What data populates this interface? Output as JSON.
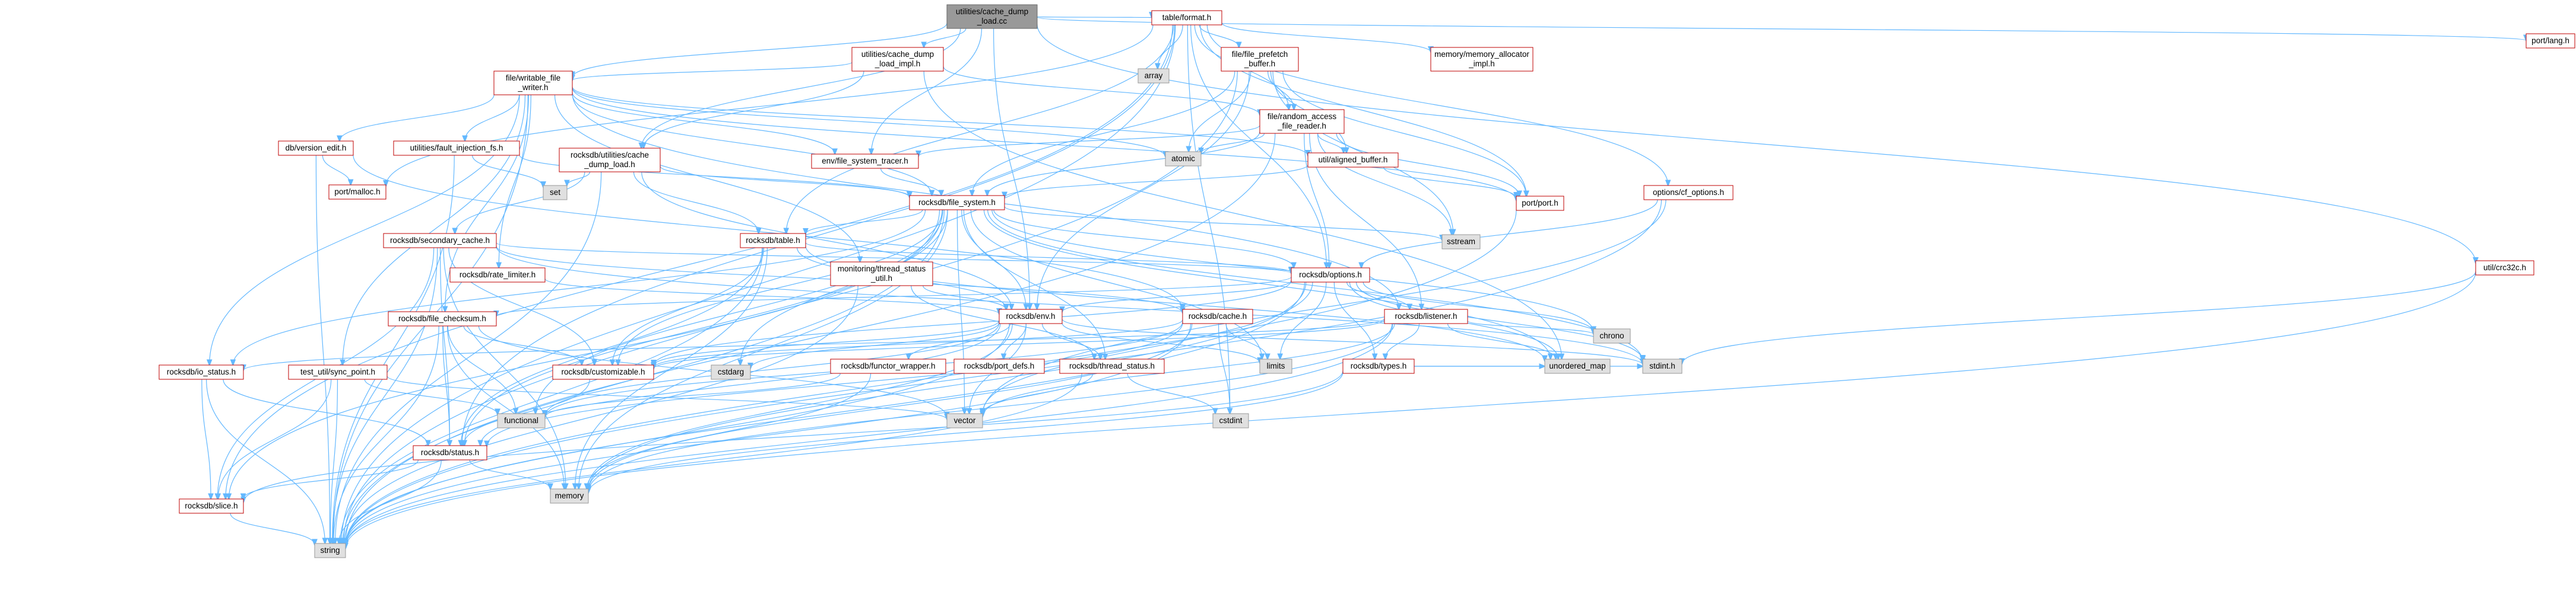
{
  "graph": {
    "nodes": [
      {
        "id": "root",
        "kind": "root",
        "lines": [
          "utilities/cache_dump",
          "_load.cc"
        ]
      },
      {
        "id": "table_format",
        "kind": "local",
        "lines": [
          "table/format.h"
        ]
      },
      {
        "id": "port_lang",
        "kind": "local",
        "lines": [
          "port/lang.h"
        ]
      },
      {
        "id": "util_crc32c",
        "kind": "local",
        "lines": [
          "util/crc32c.h"
        ]
      },
      {
        "id": "cache_dump_load_impl",
        "kind": "local",
        "lines": [
          "utilities/cache_dump",
          "_load_impl.h"
        ]
      },
      {
        "id": "file_prefetch_buffer",
        "kind": "local",
        "lines": [
          "file/file_prefetch",
          "_buffer.h"
        ]
      },
      {
        "id": "memory_allocator_impl",
        "kind": "local",
        "lines": [
          "memory/memory_allocator",
          "_impl.h"
        ]
      },
      {
        "id": "array",
        "kind": "sys",
        "lines": [
          "array"
        ]
      },
      {
        "id": "writable_file_writer",
        "kind": "local",
        "lines": [
          "file/writable_file",
          "_writer.h"
        ]
      },
      {
        "id": "random_access_file_reader",
        "kind": "local",
        "lines": [
          "file/random_access",
          "_file_reader.h"
        ]
      },
      {
        "id": "db_version_edit",
        "kind": "local",
        "lines": [
          "db/version_edit.h"
        ]
      },
      {
        "id": "fault_injection_fs",
        "kind": "local",
        "lines": [
          "utilities/fault_injection_fs.h"
        ]
      },
      {
        "id": "rocksdb_cache_dump_load",
        "kind": "local",
        "lines": [
          "rocksdb/utilities/cache",
          "_dump_load.h"
        ]
      },
      {
        "id": "env_file_system_tracer",
        "kind": "local",
        "lines": [
          "env/file_system_tracer.h"
        ]
      },
      {
        "id": "atomic",
        "kind": "sys",
        "lines": [
          "atomic"
        ]
      },
      {
        "id": "util_aligned_buffer",
        "kind": "local",
        "lines": [
          "util/aligned_buffer.h"
        ]
      },
      {
        "id": "options_cf_options",
        "kind": "local",
        "lines": [
          "options/cf_options.h"
        ]
      },
      {
        "id": "port_malloc",
        "kind": "local",
        "lines": [
          "port/malloc.h"
        ]
      },
      {
        "id": "set",
        "kind": "sys",
        "lines": [
          "set"
        ]
      },
      {
        "id": "rocksdb_file_system",
        "kind": "local",
        "lines": [
          "rocksdb/file_system.h"
        ]
      },
      {
        "id": "port_port",
        "kind": "local",
        "lines": [
          "port/port.h"
        ]
      },
      {
        "id": "rocksdb_secondary_cache",
        "kind": "local",
        "lines": [
          "rocksdb/secondary_cache.h"
        ]
      },
      {
        "id": "rocksdb_table",
        "kind": "local",
        "lines": [
          "rocksdb/table.h"
        ]
      },
      {
        "id": "sstream",
        "kind": "sys",
        "lines": [
          "sstream"
        ]
      },
      {
        "id": "rocksdb_rate_limiter",
        "kind": "local",
        "lines": [
          "rocksdb/rate_limiter.h"
        ]
      },
      {
        "id": "monitoring_thread_status_util",
        "kind": "local",
        "lines": [
          "monitoring/thread_status",
          "_util.h"
        ]
      },
      {
        "id": "rocksdb_options",
        "kind": "local",
        "lines": [
          "rocksdb/options.h"
        ]
      },
      {
        "id": "rocksdb_file_checksum",
        "kind": "local",
        "lines": [
          "rocksdb/file_checksum.h"
        ]
      },
      {
        "id": "rocksdb_env",
        "kind": "local",
        "lines": [
          "rocksdb/env.h"
        ]
      },
      {
        "id": "rocksdb_cache",
        "kind": "local",
        "lines": [
          "rocksdb/cache.h"
        ]
      },
      {
        "id": "rocksdb_listener",
        "kind": "local",
        "lines": [
          "rocksdb/listener.h"
        ]
      },
      {
        "id": "chrono",
        "kind": "sys",
        "lines": [
          "chrono"
        ]
      },
      {
        "id": "test_util_sync_point",
        "kind": "local",
        "lines": [
          "test_util/sync_point.h"
        ]
      },
      {
        "id": "rocksdb_io_status",
        "kind": "local",
        "lines": [
          "rocksdb/io_status.h"
        ]
      },
      {
        "id": "rocksdb_customizable",
        "kind": "local",
        "lines": [
          "rocksdb/customizable.h"
        ]
      },
      {
        "id": "cstdarg",
        "kind": "sys",
        "lines": [
          "cstdarg"
        ]
      },
      {
        "id": "rocksdb_functor_wrapper",
        "kind": "local",
        "lines": [
          "rocksdb/functor_wrapper.h"
        ]
      },
      {
        "id": "rocksdb_port_defs",
        "kind": "local",
        "lines": [
          "rocksdb/port_defs.h"
        ]
      },
      {
        "id": "rocksdb_thread_status",
        "kind": "local",
        "lines": [
          "rocksdb/thread_status.h"
        ]
      },
      {
        "id": "limits",
        "kind": "sys",
        "lines": [
          "limits"
        ]
      },
      {
        "id": "rocksdb_types",
        "kind": "local",
        "lines": [
          "rocksdb/types.h"
        ]
      },
      {
        "id": "unordered_map",
        "kind": "sys",
        "lines": [
          "unordered_map"
        ]
      },
      {
        "id": "stdint_h",
        "kind": "sys",
        "lines": [
          "stdint.h"
        ]
      },
      {
        "id": "functional",
        "kind": "sys",
        "lines": [
          "functional"
        ]
      },
      {
        "id": "vector",
        "kind": "sys",
        "lines": [
          "vector"
        ]
      },
      {
        "id": "cstdint",
        "kind": "sys",
        "lines": [
          "cstdint"
        ]
      },
      {
        "id": "rocksdb_status",
        "kind": "local",
        "lines": [
          "rocksdb/status.h"
        ]
      },
      {
        "id": "memory",
        "kind": "sys",
        "lines": [
          "memory"
        ]
      },
      {
        "id": "rocksdb_slice",
        "kind": "local",
        "lines": [
          "rocksdb/slice.h"
        ]
      },
      {
        "id": "string",
        "kind": "sys",
        "lines": [
          "string"
        ]
      }
    ],
    "edges": [
      [
        "root",
        "table_format"
      ],
      [
        "root",
        "port_lang"
      ],
      [
        "root",
        "util_crc32c"
      ],
      [
        "root",
        "cache_dump_load_impl"
      ],
      [
        "root",
        "writable_file_writer"
      ],
      [
        "root",
        "rocksdb_cache_dump_load"
      ],
      [
        "root",
        "env_file_system_tracer"
      ],
      [
        "root",
        "rocksdb_env"
      ],
      [
        "table_format",
        "file_prefetch_buffer"
      ],
      [
        "table_format",
        "memory_allocator_impl"
      ],
      [
        "table_format",
        "array"
      ],
      [
        "table_format",
        "options_cf_options"
      ],
      [
        "table_format",
        "random_access_file_reader"
      ],
      [
        "table_format",
        "port_malloc"
      ],
      [
        "table_format",
        "port_port"
      ],
      [
        "table_format",
        "rocksdb_table"
      ],
      [
        "table_format",
        "rocksdb_options"
      ],
      [
        "table_format",
        "rocksdb_slice"
      ],
      [
        "table_format",
        "rocksdb_status"
      ],
      [
        "table_format",
        "cstdint"
      ],
      [
        "table_format",
        "string"
      ],
      [
        "util_crc32c",
        "stdint_h"
      ],
      [
        "util_crc32c",
        "string"
      ],
      [
        "cache_dump_load_impl",
        "writable_file_writer"
      ],
      [
        "cache_dump_load_impl",
        "random_access_file_reader"
      ],
      [
        "cache_dump_load_impl",
        "rocksdb_cache_dump_load"
      ],
      [
        "cache_dump_load_impl",
        "unordered_map"
      ],
      [
        "file_prefetch_buffer",
        "random_access_file_reader"
      ],
      [
        "file_prefetch_buffer",
        "util_aligned_buffer"
      ],
      [
        "file_prefetch_buffer",
        "rocksdb_file_system"
      ],
      [
        "file_prefetch_buffer",
        "port_port"
      ],
      [
        "file_prefetch_buffer",
        "rocksdb_env"
      ],
      [
        "file_prefetch_buffer",
        "atomic"
      ],
      [
        "file_prefetch_buffer",
        "sstream"
      ],
      [
        "file_prefetch_buffer",
        "string"
      ],
      [
        "writable_file_writer",
        "db_version_edit"
      ],
      [
        "writable_file_writer",
        "fault_injection_fs"
      ],
      [
        "writable_file_writer",
        "env_file_system_tracer"
      ],
      [
        "writable_file_writer",
        "atomic"
      ],
      [
        "writable_file_writer",
        "util_aligned_buffer"
      ],
      [
        "writable_file_writer",
        "port_port"
      ],
      [
        "writable_file_writer",
        "rocksdb_file_system"
      ],
      [
        "writable_file_writer",
        "rocksdb_rate_limiter"
      ],
      [
        "writable_file_writer",
        "monitoring_thread_status_util"
      ],
      [
        "writable_file_writer",
        "rocksdb_file_checksum"
      ],
      [
        "writable_file_writer",
        "rocksdb_io_status"
      ],
      [
        "writable_file_writer",
        "test_util_sync_point"
      ],
      [
        "writable_file_writer",
        "rocksdb_listener"
      ],
      [
        "writable_file_writer",
        "string"
      ],
      [
        "random_access_file_reader",
        "atomic"
      ],
      [
        "random_access_file_reader",
        "sstream"
      ],
      [
        "random_access_file_reader",
        "env_file_system_tracer"
      ],
      [
        "random_access_file_reader",
        "util_aligned_buffer"
      ],
      [
        "random_access_file_reader",
        "rocksdb_file_system"
      ],
      [
        "random_access_file_reader",
        "rocksdb_listener"
      ],
      [
        "random_access_file_reader",
        "rocksdb_options"
      ],
      [
        "random_access_file_reader",
        "port_port"
      ],
      [
        "random_access_file_reader",
        "string"
      ],
      [
        "db_version_edit",
        "port_malloc"
      ],
      [
        "db_version_edit",
        "rocksdb_cache"
      ],
      [
        "db_version_edit",
        "string"
      ],
      [
        "fault_injection_fs",
        "set"
      ],
      [
        "fault_injection_fs",
        "rocksdb_file_system"
      ],
      [
        "fault_injection_fs",
        "string"
      ],
      [
        "rocksdb_cache_dump_load",
        "set"
      ],
      [
        "rocksdb_cache_dump_load",
        "rocksdb_file_system"
      ],
      [
        "rocksdb_cache_dump_load",
        "rocksdb_secondary_cache"
      ],
      [
        "rocksdb_cache_dump_load",
        "rocksdb_table"
      ],
      [
        "rocksdb_cache_dump_load",
        "rocksdb_env"
      ],
      [
        "rocksdb_cache_dump_load",
        "string"
      ],
      [
        "env_file_system_tracer",
        "rocksdb_file_system"
      ],
      [
        "util_aligned_buffer",
        "port_port"
      ],
      [
        "util_aligned_buffer",
        "rocksdb_file_system"
      ],
      [
        "options_cf_options",
        "rocksdb_options"
      ],
      [
        "options_cf_options",
        "vector"
      ],
      [
        "options_cf_options",
        "string"
      ],
      [
        "rocksdb_file_system",
        "rocksdb_table"
      ],
      [
        "rocksdb_file_system",
        "rocksdb_options"
      ],
      [
        "rocksdb_file_system",
        "rocksdb_env"
      ],
      [
        "rocksdb_file_system",
        "rocksdb_customizable"
      ],
      [
        "rocksdb_file_system",
        "rocksdb_io_status"
      ],
      [
        "rocksdb_file_system",
        "rocksdb_thread_status"
      ],
      [
        "rocksdb_file_system",
        "rocksdb_status"
      ],
      [
        "rocksdb_file_system",
        "rocksdb_slice"
      ],
      [
        "rocksdb_file_system",
        "cstdarg"
      ],
      [
        "rocksdb_file_system",
        "chrono"
      ],
      [
        "rocksdb_file_system",
        "functional"
      ],
      [
        "rocksdb_file_system",
        "limits"
      ],
      [
        "rocksdb_file_system",
        "memory"
      ],
      [
        "rocksdb_file_system",
        "sstream"
      ],
      [
        "rocksdb_file_system",
        "stdint_h"
      ],
      [
        "rocksdb_file_system",
        "string"
      ],
      [
        "rocksdb_file_system",
        "unordered_map"
      ],
      [
        "rocksdb_file_system",
        "vector"
      ],
      [
        "port_port",
        "string"
      ],
      [
        "rocksdb_secondary_cache",
        "rocksdb_cache"
      ],
      [
        "rocksdb_secondary_cache",
        "rocksdb_customizable"
      ],
      [
        "rocksdb_secondary_cache",
        "rocksdb_slice"
      ],
      [
        "rocksdb_secondary_cache",
        "rocksdb_statistics"
      ],
      [
        "rocksdb_secondary_cache",
        "rocksdb_status"
      ],
      [
        "rocksdb_secondary_cache",
        "memory"
      ],
      [
        "rocksdb_secondary_cache",
        "string"
      ],
      [
        "rocksdb_secondary_cache",
        "stdint_h"
      ],
      [
        "rocksdb_secondary_cache",
        "rocksdb_options"
      ],
      [
        "rocksdb_table",
        "rocksdb_options"
      ],
      [
        "rocksdb_table",
        "rocksdb_env"
      ],
      [
        "rocksdb_table",
        "rocksdb_customizable"
      ],
      [
        "rocksdb_table",
        "rocksdb_status"
      ],
      [
        "rocksdb_table",
        "memory"
      ],
      [
        "rocksdb_table",
        "string"
      ],
      [
        "rocksdb_table",
        "unordered_map"
      ],
      [
        "rocksdb_rate_limiter",
        "rocksdb_env"
      ],
      [
        "monitoring_thread_status_util",
        "rocksdb_env"
      ],
      [
        "monitoring_thread_status_util",
        "rocksdb_thread_status"
      ],
      [
        "monitoring_thread_status_util",
        "string"
      ],
      [
        "rocksdb_options",
        "rocksdb_env"
      ],
      [
        "rocksdb_options",
        "rocksdb_listener"
      ],
      [
        "rocksdb_options",
        "rocksdb_types"
      ],
      [
        "rocksdb_options",
        "rocksdb_customizable"
      ],
      [
        "rocksdb_options",
        "rocksdb_file_checksum"
      ],
      [
        "rocksdb_options",
        "limits"
      ],
      [
        "rocksdb_options",
        "memory"
      ],
      [
        "rocksdb_options",
        "string"
      ],
      [
        "rocksdb_options",
        "unordered_map"
      ],
      [
        "rocksdb_options",
        "vector"
      ],
      [
        "rocksdb_options",
        "stdint_h"
      ],
      [
        "rocksdb_options",
        "chrono"
      ],
      [
        "rocksdb_file_checksum",
        "rocksdb_customizable"
      ],
      [
        "rocksdb_file_checksum",
        "rocksdb_status"
      ],
      [
        "rocksdb_file_checksum",
        "functional"
      ],
      [
        "rocksdb_file_checksum",
        "memory"
      ],
      [
        "rocksdb_file_checksum",
        "string"
      ],
      [
        "rocksdb_file_checksum",
        "vector"
      ],
      [
        "rocksdb_env",
        "rocksdb_customizable"
      ],
      [
        "rocksdb_env",
        "rocksdb_functor_wrapper"
      ],
      [
        "rocksdb_env",
        "rocksdb_port_defs"
      ],
      [
        "rocksdb_env",
        "rocksdb_status"
      ],
      [
        "rocksdb_env",
        "rocksdb_thread_status"
      ],
      [
        "rocksdb_env",
        "cstdarg"
      ],
      [
        "rocksdb_env",
        "functional"
      ],
      [
        "rocksdb_env",
        "limits"
      ],
      [
        "rocksdb_env",
        "memory"
      ],
      [
        "rocksdb_env",
        "string"
      ],
      [
        "rocksdb_env",
        "vector"
      ],
      [
        "rocksdb_env",
        "stdint_h"
      ],
      [
        "rocksdb_cache",
        "rocksdb_customizable"
      ],
      [
        "rocksdb_cache",
        "rocksdb_status"
      ],
      [
        "rocksdb_cache",
        "cstdint"
      ],
      [
        "rocksdb_cache",
        "functional"
      ],
      [
        "rocksdb_cache",
        "memory"
      ],
      [
        "rocksdb_cache",
        "string"
      ],
      [
        "rocksdb_cache",
        "limits"
      ],
      [
        "rocksdb_listener",
        "rocksdb_types"
      ],
      [
        "rocksdb_listener",
        "rocksdb_io_status"
      ],
      [
        "rocksdb_listener",
        "rocksdb_customizable"
      ],
      [
        "rocksdb_listener",
        "chrono"
      ],
      [
        "rocksdb_listener",
        "memory"
      ],
      [
        "rocksdb_listener",
        "string"
      ],
      [
        "rocksdb_listener",
        "unordered_map"
      ],
      [
        "rocksdb_listener",
        "vector"
      ],
      [
        "test_util_sync_point",
        "functional"
      ],
      [
        "test_util_sync_point",
        "rocksdb_slice"
      ],
      [
        "test_util_sync_point",
        "string"
      ],
      [
        "test_util_sync_point",
        "vector"
      ],
      [
        "rocksdb_io_status",
        "rocksdb_slice"
      ],
      [
        "rocksdb_io_status",
        "rocksdb_status"
      ],
      [
        "rocksdb_io_status",
        "string"
      ],
      [
        "rocksdb_customizable",
        "rocksdb_status"
      ],
      [
        "rocksdb_functor_wrapper",
        "functional"
      ],
      [
        "rocksdb_functor_wrapper",
        "memory"
      ],
      [
        "rocksdb_thread_status",
        "cstdint"
      ],
      [
        "rocksdb_thread_status",
        "string"
      ],
      [
        "rocksdb_thread_status",
        "vector"
      ],
      [
        "rocksdb_types",
        "rocksdb_slice"
      ],
      [
        "rocksdb_types",
        "stdint_h"
      ],
      [
        "rocksdb_types",
        "unordered_map"
      ],
      [
        "rocksdb_types",
        "memory"
      ],
      [
        "rocksdb_status",
        "rocksdb_slice"
      ],
      [
        "rocksdb_status",
        "memory"
      ],
      [
        "rocksdb_status",
        "string"
      ],
      [
        "rocksdb_slice",
        "string"
      ]
    ]
  }
}
